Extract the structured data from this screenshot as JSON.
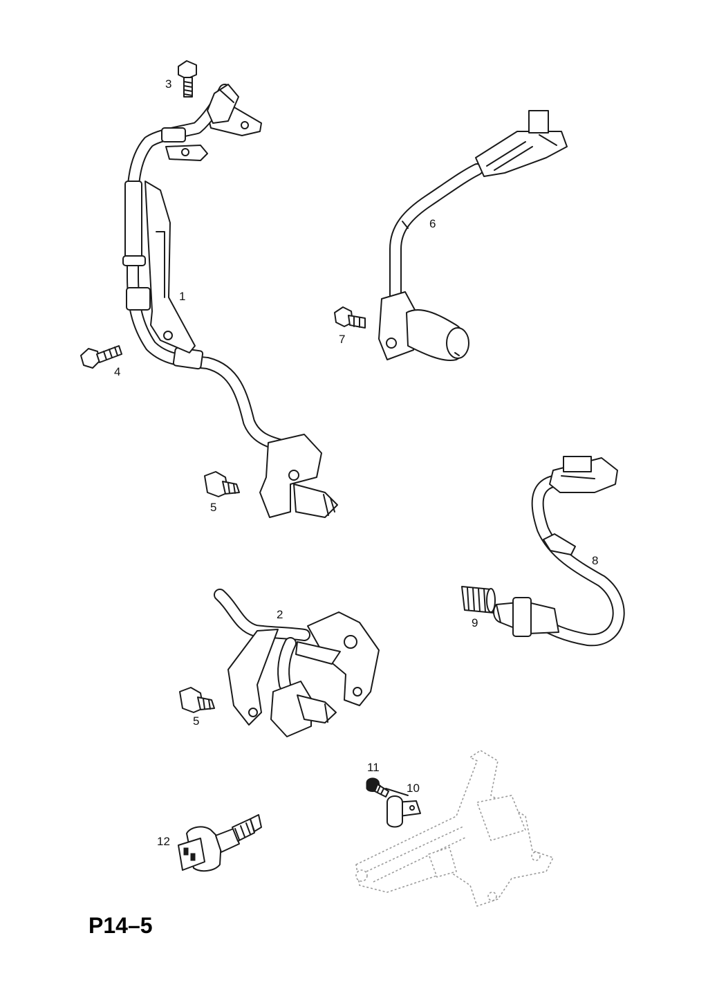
{
  "diagram": {
    "page_code": "P14–5",
    "callouts": [
      {
        "id": "1",
        "text": "1"
      },
      {
        "id": "2",
        "text": "2"
      },
      {
        "id": "3",
        "text": "3"
      },
      {
        "id": "4",
        "text": "4"
      },
      {
        "id": "5a",
        "text": "5"
      },
      {
        "id": "5b",
        "text": "5"
      },
      {
        "id": "6",
        "text": "6"
      },
      {
        "id": "7",
        "text": "7"
      },
      {
        "id": "8",
        "text": "8"
      },
      {
        "id": "9",
        "text": "9"
      },
      {
        "id": "10",
        "text": "10"
      },
      {
        "id": "11",
        "text": "11"
      },
      {
        "id": "12",
        "text": "12"
      }
    ]
  }
}
